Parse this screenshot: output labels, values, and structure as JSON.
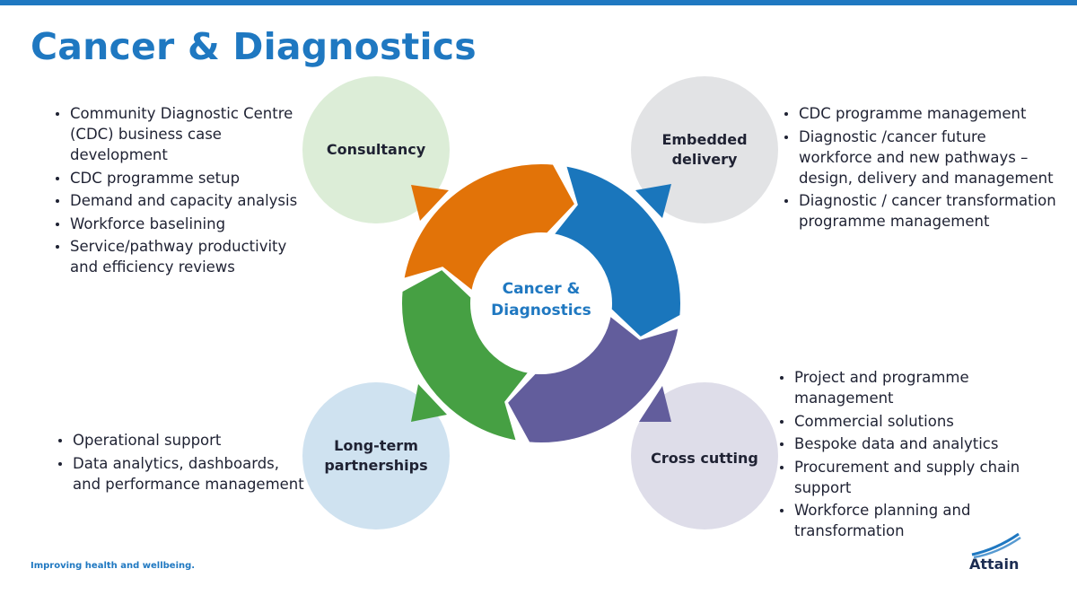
{
  "title": "Cancer & Diagnostics",
  "center": {
    "line1": "Cancer &",
    "line2": "Diagnostics"
  },
  "colors": {
    "brand": "#1f78c1",
    "segment_orange": "#e27308",
    "segment_blue": "#1a76bc",
    "segment_purple": "#625d9c",
    "segment_green": "#46a043"
  },
  "quadrants": {
    "consultancy": {
      "label": "Consultancy",
      "items": [
        "Community Diagnostic Centre (CDC) business case development",
        "CDC programme setup",
        "Demand and capacity analysis",
        "Workforce baselining",
        "Service/pathway productivity and efficiency reviews"
      ]
    },
    "embedded": {
      "label_line1": "Embedded",
      "label_line2": "delivery",
      "items": [
        "CDC programme management",
        "Diagnostic /cancer future workforce and new pathways – design, delivery and management",
        "Diagnostic / cancer transformation programme management"
      ]
    },
    "longterm": {
      "label_line1": "Long-term",
      "label_line2": "partnerships",
      "items": [
        "Operational support",
        "Data analytics, dashboards, and performance management"
      ]
    },
    "cross": {
      "label": "Cross cutting",
      "items": [
        "Project and programme management",
        "Commercial solutions",
        "Bespoke data and analytics",
        "Procurement and supply chain support",
        "Workforce planning and transformation"
      ]
    }
  },
  "footer": {
    "tagline": "Improving health and wellbeing.",
    "logo_text": "Attain"
  }
}
